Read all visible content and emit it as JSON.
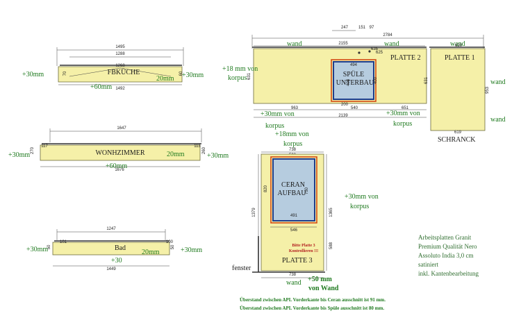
{
  "colors": {
    "slab": "#f5f0a8",
    "annotation": "#1f7a1f",
    "cutout": "#b6ccdf",
    "cutout_border": "#1e3c8c",
    "highlight": "#d24a14"
  },
  "kueche": {
    "name": "FBKÜCHE",
    "dims": {
      "top": "1495",
      "second": "1288",
      "inner": "1268",
      "bottom": "1492",
      "left": "70",
      "right": "60",
      "thickness": "20mm"
    },
    "side_left": "+30mm",
    "side_right": "+30mm",
    "front": "+60mm"
  },
  "wohnzimmer": {
    "name": "WONHZIMMER",
    "dims": {
      "top": "1647",
      "bottom": "1676",
      "left_a": "117",
      "left_b": "270",
      "right_a": "113",
      "right_b": "260",
      "thickness": "20mm"
    },
    "side_left": "+30mm",
    "side_right": "+30mm",
    "front": "+60mm"
  },
  "bad": {
    "name": "Bad",
    "dims": {
      "top": "1247",
      "bottom": "1449",
      "left_a": "101",
      "left_b": "50",
      "right_a": "100",
      "right_b": "50",
      "thickness": "20mm"
    },
    "side_left": "+30mm",
    "side_right": "+30mm",
    "front": "+30"
  },
  "platte2": {
    "name": "PLATTE 2",
    "sink_label_1": "SPÜLE",
    "sink_label_2": "UNTERBAU",
    "dims": {
      "d247": "247",
      "d151": "151",
      "d97": "97",
      "total": "2784",
      "wand_dim": "2155",
      "d635": "635",
      "d625": "625",
      "d494": "494",
      "d408": "408",
      "d400": "400",
      "depth": "631",
      "d200": "200",
      "d540": "540",
      "left": "963",
      "right": "651",
      "bottom": "2139"
    },
    "top_left": "wand",
    "top_right": "wand",
    "left_note_1": "+18 mm von",
    "left_note_2": "korpus",
    "bottom_left_1": "+30mm von",
    "bottom_left_2": "korpus",
    "bottom_right_1": "+30mm von",
    "bottom_right_2": "korpus"
  },
  "platte1": {
    "name": "PLATTE 1",
    "dims": {
      "top": "620",
      "left": "631",
      "right": "953",
      "bottom": "619"
    },
    "top_label": "wand",
    "side_1": "wand",
    "side_2": "wand",
    "bottom_label": "SCHRANCK"
  },
  "platte3": {
    "name": "PLATTE 3",
    "ceran_1": "CERAN",
    "ceran_2": "AUFBAU",
    "dims": {
      "top": "738",
      "d508": "508",
      "d820": "820",
      "d750": "750",
      "d491": "491",
      "d546": "546",
      "left": "1379",
      "right": "1365",
      "d588": "588",
      "bottom": "738"
    },
    "top_note_1": "+18mm von",
    "top_note_2": "korpus",
    "right_note_1": "+30mm von",
    "right_note_2": "korpus",
    "warn_1": "Bitte Platte 3",
    "warn_2": "Kontrollieren !!!",
    "fenster": "fenster",
    "wand": "wand",
    "plus50": "+50 mm",
    "von_wand": "von Wand"
  },
  "info_lines": [
    "Arbeitsplatten Granit",
    "Premium Qualität Nero",
    "Assoluto India 3,0 cm",
    "satiniert",
    "inkl. Kantenbearbeitung"
  ],
  "notes": [
    "Überstand zwischen APL Vorderkante bis Ceran ausschnitt ist 91 mm.",
    "Überstand zwischen APL Vorderkante bis Spüle ausschnitt ist 80 mm."
  ]
}
